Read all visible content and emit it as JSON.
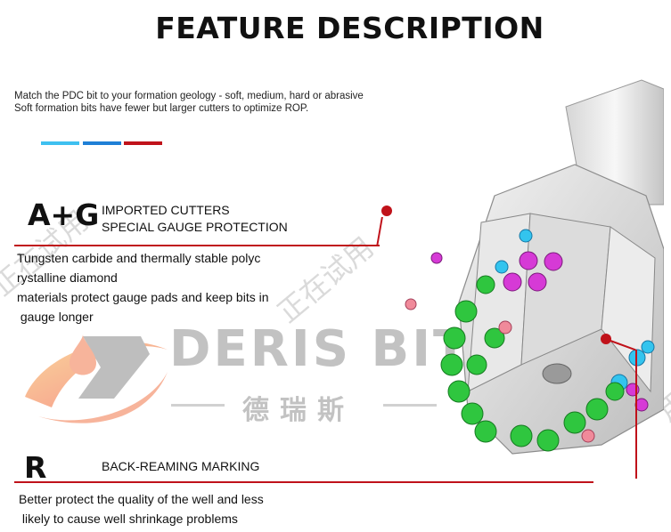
{
  "page": {
    "title": "FEATURE DESCRIPTION"
  },
  "intro": {
    "line1": "Match the PDC bit to your formation geology - soft, medium, hard or abrasive",
    "line2": "Soft formation bits have fewer but larger cutters to optimize ROP."
  },
  "colors": {
    "accent_1": "#3ec0f0",
    "accent_2": "#1f7fd6",
    "accent_3": "#c0121a",
    "red": "#c0121a"
  },
  "features": [
    {
      "code": "A+G",
      "title_line1": "IMPORTED CUTTERS",
      "title_line2": "SPECIAL GAUGE PROTECTION",
      "desc_lines": [
        "Tungsten carbide and thermally stable polyc",
        "rystalline diamond",
        "materials protect gauge pads and keep bits in",
        " gauge longer"
      ]
    },
    {
      "code": "R",
      "title_line1": "BACK-REAMING MARKING",
      "desc_lines": [
        "Better protect the quality of the well and less",
        " likely to cause well shrinkage problems"
      ]
    }
  ],
  "watermark": {
    "brand_name": "DERIS BIT",
    "brand_cn": "德瑞斯",
    "diagonal_text": "正在试用"
  }
}
